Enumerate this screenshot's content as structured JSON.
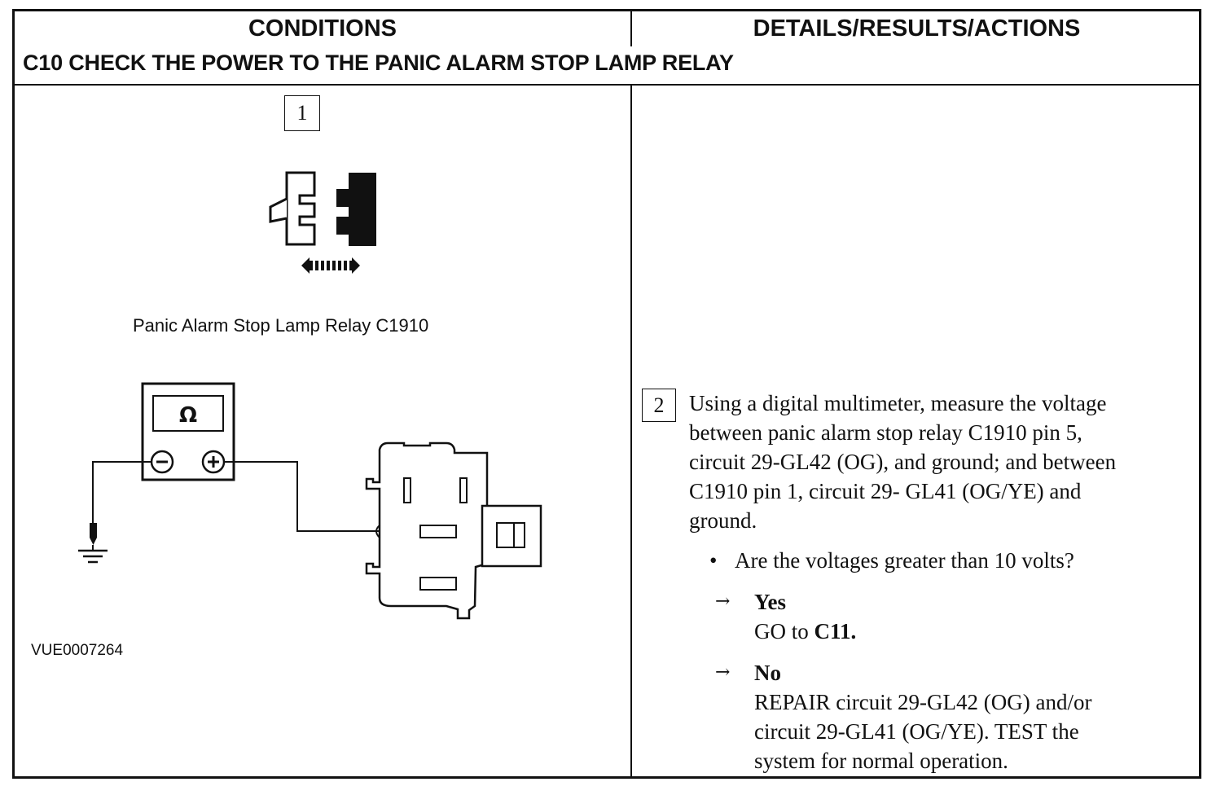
{
  "header": {
    "conditions": "CONDITIONS",
    "details": "DETAILS/RESULTS/ACTIONS"
  },
  "step": {
    "title": "C10 CHECK THE POWER TO THE PANIC ALARM STOP LAMP RELAY"
  },
  "conditions": {
    "step1_number": "1",
    "connector_caption": "Panic Alarm Stop Lamp Relay C1910",
    "meter_symbol": "Ω",
    "meter_neg": "−",
    "meter_pos": "+",
    "figure_code": "VUE0007264"
  },
  "details": {
    "step2_number": "2",
    "instruction_lines": [
      "Using a digital multimeter, measure the voltage",
      "between panic alarm stop relay C1910 pin 5,",
      "circuit 29-GL42 (OG), and ground; and between",
      "C1910 pin 1, circuit 29- GL41 (OG/YE) and",
      "ground."
    ],
    "question": "Are the voltages greater than 10 volts?",
    "yes_label": "Yes",
    "yes_action_prefix": "GO to ",
    "yes_action_target": "C11.",
    "no_label": "No",
    "no_action_lines": [
      "REPAIR circuit 29-GL42 (OG) and/or",
      "circuit 29-GL41 (OG/YE). TEST the",
      "system for normal operation."
    ]
  }
}
